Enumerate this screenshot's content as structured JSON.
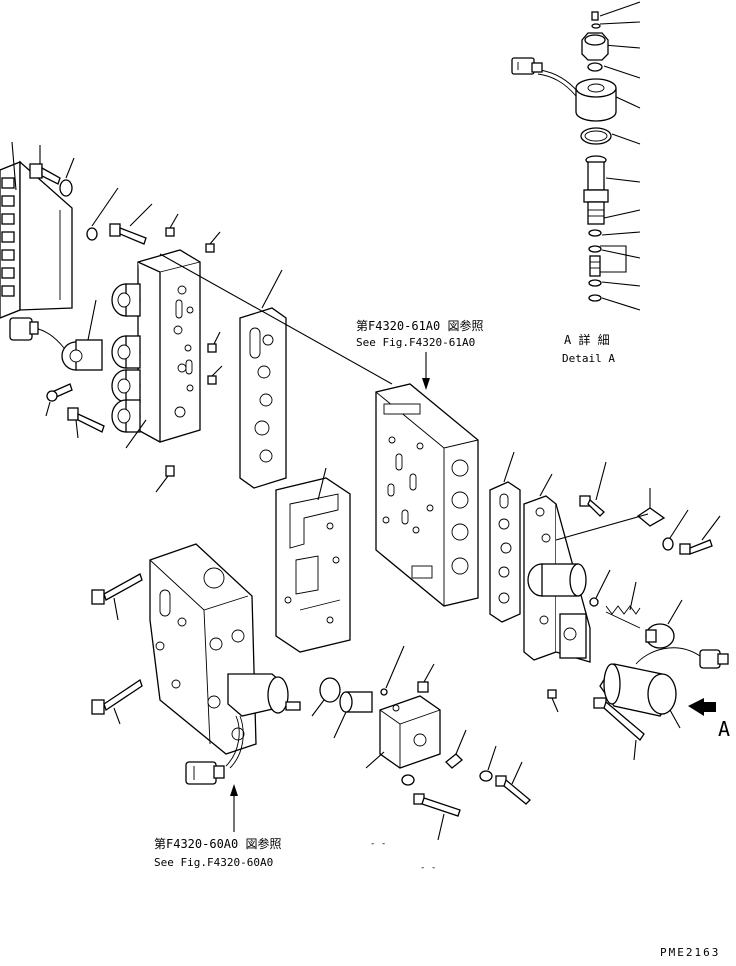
{
  "references": {
    "upper": {
      "jp": "第F4320-61A0 図参照",
      "en": "See Fig.F4320-61A0"
    },
    "lower": {
      "jp": "第F4320-60A0 図参照",
      "en": "See Fig.F4320-60A0"
    }
  },
  "detail": {
    "jp": "A 詳 細",
    "en": "Detail A"
  },
  "view_marker": "A",
  "drawing_code": "PME2163",
  "small_marks": [
    "-  -",
    "-  -"
  ]
}
